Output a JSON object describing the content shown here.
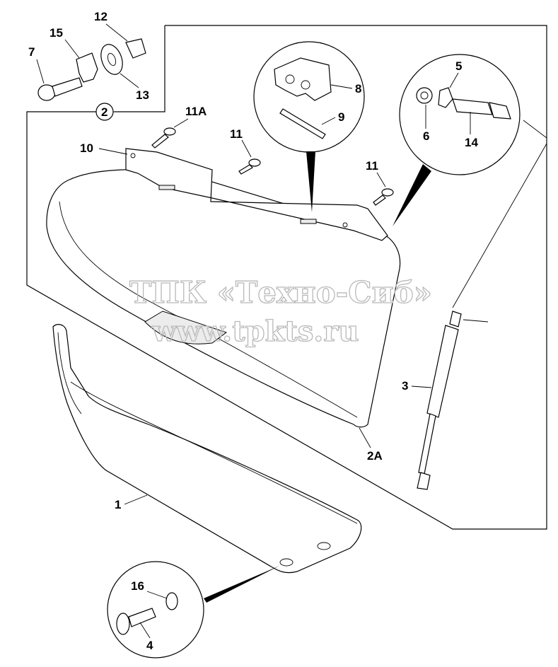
{
  "callouts": {
    "c1": "1",
    "c2": "2",
    "c2a": "2A",
    "c3": "3",
    "c4": "4",
    "c5": "5",
    "c6": "6",
    "c7": "7",
    "c8": "8",
    "c9": "9",
    "c10": "10",
    "c11a": "11",
    "c11b": "11",
    "c11c": "11A",
    "c12": "12",
    "c13": "13",
    "c14": "14",
    "c15": "15",
    "c16": "16"
  },
  "watermark": {
    "line1": "ТПК «Техно-Сиб»",
    "line2": "www.tpkts.ru"
  }
}
